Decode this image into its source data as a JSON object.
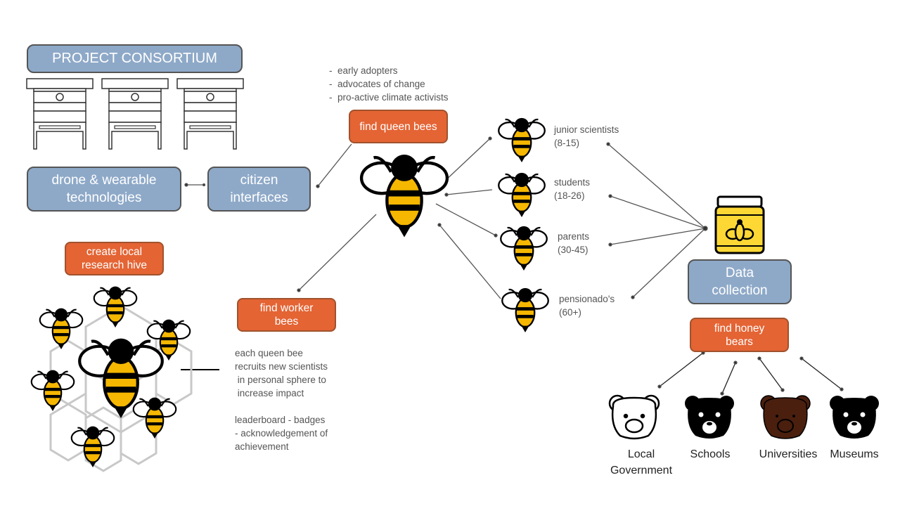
{
  "consortium": {
    "title": "PROJECT CONSORTIUM"
  },
  "boxes": {
    "drone": "drone & wearable\ntechnologies",
    "citizen": "citizen\ninterfaces",
    "data_collection": "Data\ncollection"
  },
  "actions": {
    "queen": "find queen bees",
    "worker": "find worker\nbees",
    "hive": "create local\nresearch hive",
    "honey": "find honey\nbears"
  },
  "queen_traits": "-  early adopters\n-  advocates of change\n-  pro-active climate activists",
  "groups": [
    {
      "label": "junior scientists\n(8-15)"
    },
    {
      "label": "students\n(18-26)"
    },
    {
      "label": "parents\n(30-45)"
    },
    {
      "label": "pensionado's\n(60+)"
    }
  ],
  "worker_notes": "each queen bee\nrecruits new scientists\n in personal sphere to\n increase impact\n\nleaderboard - badges\n- acknowledgement of\nachievement",
  "bears": [
    {
      "label": "Local\nGovernment",
      "color": "#ffffff"
    },
    {
      "label": "Schools",
      "color": "#000000"
    },
    {
      "label": "Universities",
      "color": "#4a1f0e"
    },
    {
      "label": "Museums",
      "color": "#000000"
    }
  ],
  "colors": {
    "blue_box": "#8ea9c8",
    "orange_box": "#e46434",
    "bee_yellow": "#f5b700",
    "jar_yellow": "#fdd835"
  }
}
